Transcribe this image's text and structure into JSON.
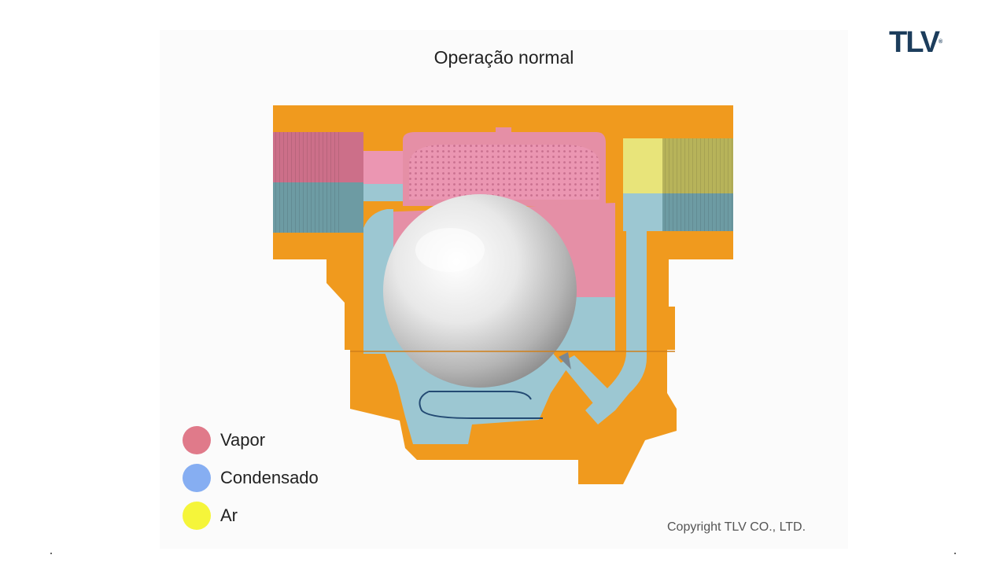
{
  "title": "Operação normal",
  "brand": {
    "logo_text": "TLV",
    "logo_color": "#1c3d5c"
  },
  "legend": [
    {
      "label": "Vapor",
      "color": "#e07a8a"
    },
    {
      "label": "Condensado",
      "color": "#86aef2"
    },
    {
      "label": "Ar",
      "color": "#f5f53a"
    }
  ],
  "copyright": "Copyright TLV CO., LTD.",
  "colors": {
    "body": "#f09a1e",
    "steam": "#e58fa6",
    "condensate": "#9cc7d2",
    "air": "#f1ec8a",
    "float": "#dcdcdc"
  }
}
